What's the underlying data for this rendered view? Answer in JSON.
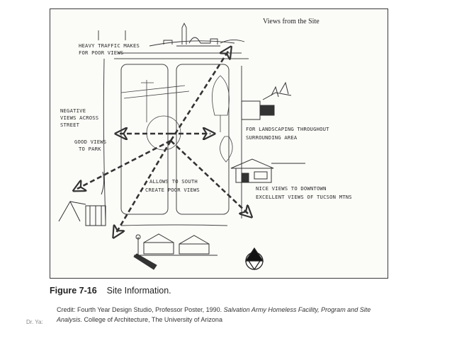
{
  "figure": {
    "panel_title": "Views from the Site",
    "annotations": {
      "heavy_traffic_1": "HEAVY TRAFFIC MAKES",
      "heavy_traffic_2": "FOR POOR VIEWS",
      "negative_1": "NEGATIVE",
      "negative_2": "VIEWS ACROSS",
      "negative_3": "STREET",
      "good_views_1": "GOOD VIEWS",
      "good_views_2": "TO PARK",
      "landscaping_1": "FOR LANDSCAPING THROUGHOUT",
      "landscaping_2": "SURROUNDING AREA",
      "allows_south_1": "ALLOWS TO SOUTH",
      "allows_south_2": "CREATE POOR VIEWS",
      "nice_views_1": "NICE VIEWS TO DOWNTOWN",
      "nice_views_2": "EXCELLENT VIEWS OF TUCSON MTNS"
    }
  },
  "caption": {
    "figure_label": "Figure 7-16",
    "figure_title": "Site Information.",
    "credit_prefix": "Credit: Fourth Year Design Studio, Professor Poster, 1990. ",
    "credit_italic": "Salvation Army Homeless Facility, Program and Site Analysis.",
    "credit_suffix": " College of Architecture, The University of Arizona"
  },
  "footer": {
    "author_note": "Dr. Ya:"
  }
}
